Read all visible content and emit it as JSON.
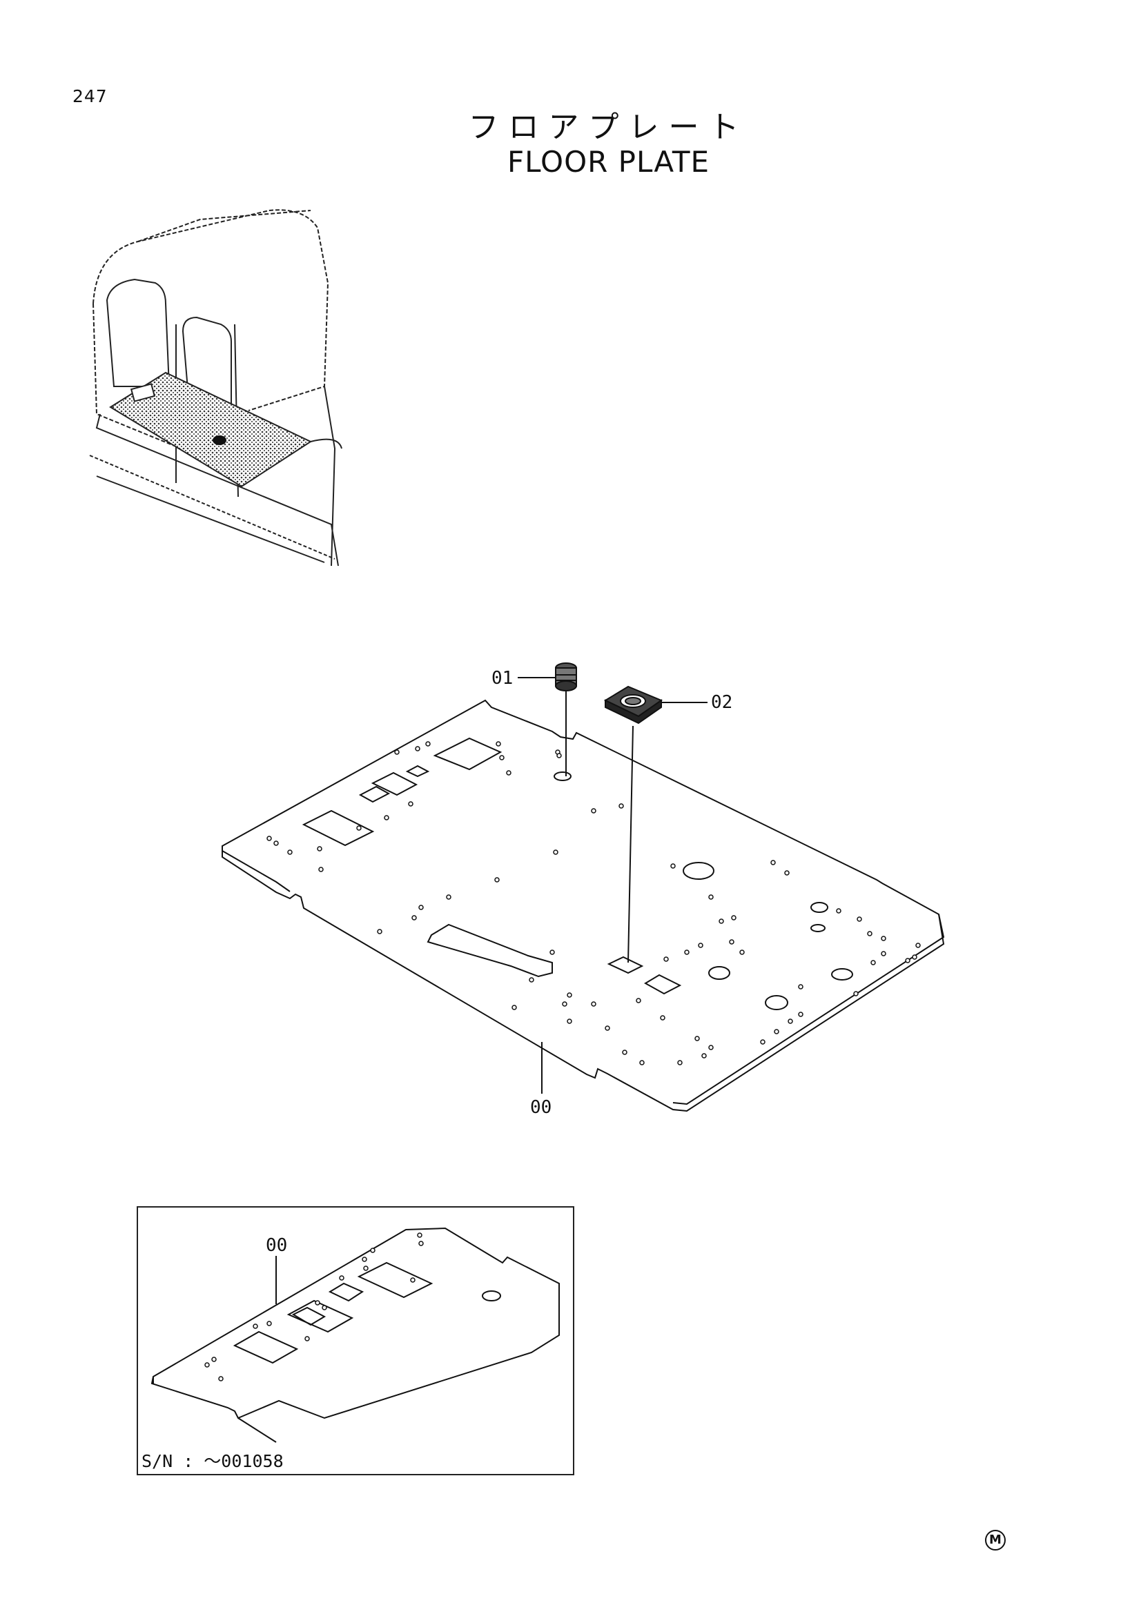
{
  "page_number": "247",
  "title_jp": "フロアプレート",
  "title_en": "FLOOR PLATE",
  "callouts": {
    "c01": "01",
    "c02": "02",
    "c00_main": "00",
    "c00_inset": "00"
  },
  "inset": {
    "serial_note": "S/N : ～001058"
  },
  "footer_mark": "M"
}
